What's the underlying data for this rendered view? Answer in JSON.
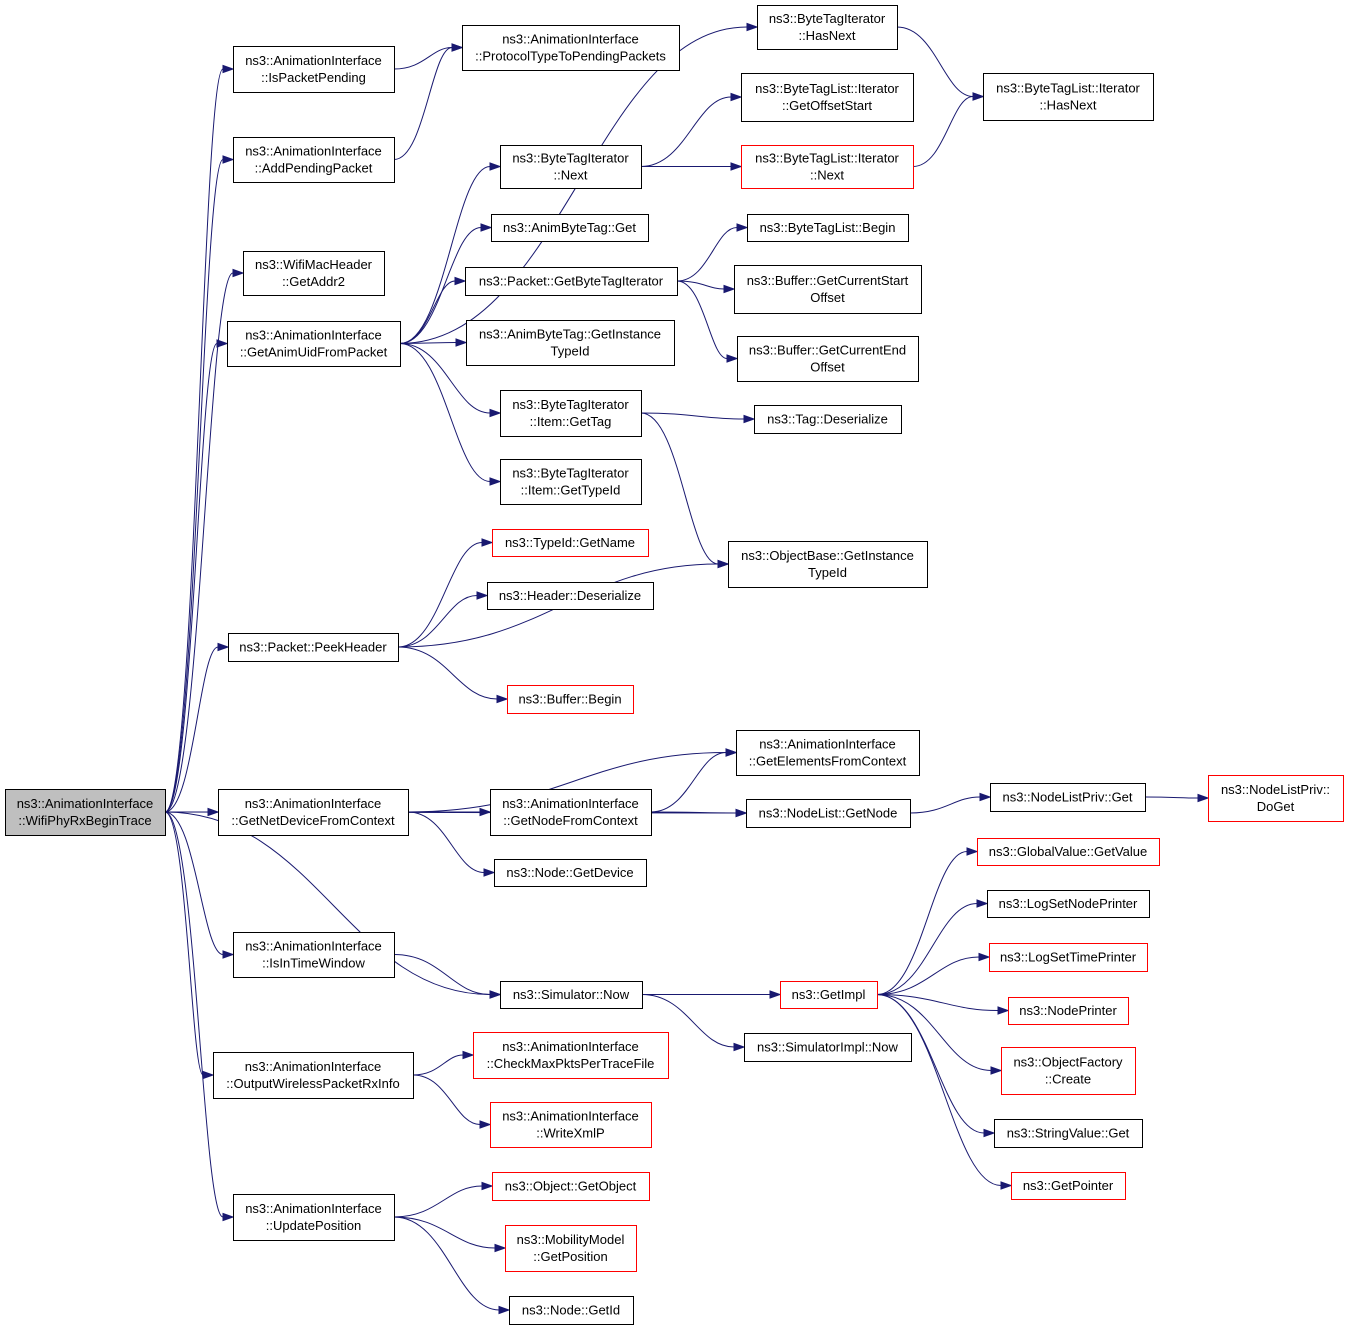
{
  "diagram": {
    "colors": {
      "edge": "#191970",
      "normal_border": "#000000",
      "truncated_border": "#ff0000",
      "root_fill": "#bfbfbf",
      "node_fill": "#ffffff"
    },
    "nodes": [
      {
        "id": "root",
        "lines": [
          "ns3::AnimationInterface",
          "::WifiPhyRxBeginTrace"
        ],
        "style": "root"
      },
      {
        "id": "isPacketPending",
        "lines": [
          "ns3::AnimationInterface",
          "::IsPacketPending"
        ],
        "style": "normal"
      },
      {
        "id": "protocolType",
        "lines": [
          "ns3::AnimationInterface",
          "::ProtocolTypeToPendingPackets"
        ],
        "style": "normal"
      },
      {
        "id": "addPending",
        "lines": [
          "ns3::AnimationInterface",
          "::AddPendingPacket"
        ],
        "style": "normal"
      },
      {
        "id": "getAddr2",
        "lines": [
          "ns3::WifiMacHeader",
          "::GetAddr2"
        ],
        "style": "normal"
      },
      {
        "id": "getAnimUid",
        "lines": [
          "ns3::AnimationInterface",
          "::GetAnimUidFromPacket"
        ],
        "style": "normal"
      },
      {
        "id": "btiHasNext",
        "lines": [
          "ns3::ByteTagIterator",
          "::HasNext"
        ],
        "style": "normal"
      },
      {
        "id": "btlIterHasNext",
        "lines": [
          "ns3::ByteTagList::Iterator",
          "::HasNext"
        ],
        "style": "normal"
      },
      {
        "id": "btlIterGetOffsetStart",
        "lines": [
          "ns3::ByteTagList::Iterator",
          "::GetOffsetStart"
        ],
        "style": "normal"
      },
      {
        "id": "btiNext",
        "lines": [
          "ns3::ByteTagIterator",
          "::Next"
        ],
        "style": "normal"
      },
      {
        "id": "btlIterNext",
        "lines": [
          "ns3::ByteTagList::Iterator",
          "::Next"
        ],
        "style": "truncated"
      },
      {
        "id": "animByteTagGet",
        "lines": [
          "ns3::AnimByteTag::Get"
        ],
        "style": "normal"
      },
      {
        "id": "btlBegin",
        "lines": [
          "ns3::ByteTagList::Begin"
        ],
        "style": "normal"
      },
      {
        "id": "getByteTagIterator",
        "lines": [
          "ns3::Packet::GetByteTagIterator"
        ],
        "style": "normal"
      },
      {
        "id": "bufGetCurStart",
        "lines": [
          "ns3::Buffer::GetCurrentStart",
          "Offset"
        ],
        "style": "normal"
      },
      {
        "id": "animByteTagGetInstance",
        "lines": [
          "ns3::AnimByteTag::GetInstance",
          "TypeId"
        ],
        "style": "normal"
      },
      {
        "id": "bufGetCurEnd",
        "lines": [
          "ns3::Buffer::GetCurrentEnd",
          "Offset"
        ],
        "style": "normal"
      },
      {
        "id": "itemGetTag",
        "lines": [
          "ns3::ByteTagIterator",
          "::Item::GetTag"
        ],
        "style": "normal"
      },
      {
        "id": "tagDeserialize",
        "lines": [
          "ns3::Tag::Deserialize"
        ],
        "style": "normal"
      },
      {
        "id": "itemGetTypeId",
        "lines": [
          "ns3::ByteTagIterator",
          "::Item::GetTypeId"
        ],
        "style": "normal"
      },
      {
        "id": "typeIdGetName",
        "lines": [
          "ns3::TypeId::GetName"
        ],
        "style": "truncated"
      },
      {
        "id": "objBaseGetInstance",
        "lines": [
          "ns3::ObjectBase::GetInstance",
          "TypeId"
        ],
        "style": "normal"
      },
      {
        "id": "headerDeserialize",
        "lines": [
          "ns3::Header::Deserialize"
        ],
        "style": "normal"
      },
      {
        "id": "peekHeader",
        "lines": [
          "ns3::Packet::PeekHeader"
        ],
        "style": "normal"
      },
      {
        "id": "bufferBegin",
        "lines": [
          "ns3::Buffer::Begin"
        ],
        "style": "truncated"
      },
      {
        "id": "getElements",
        "lines": [
          "ns3::AnimationInterface",
          "::GetElementsFromContext"
        ],
        "style": "normal"
      },
      {
        "id": "getNetDevice",
        "lines": [
          "ns3::AnimationInterface",
          "::GetNetDeviceFromContext"
        ],
        "style": "normal"
      },
      {
        "id": "getNodeFromContext",
        "lines": [
          "ns3::AnimationInterface",
          "::GetNodeFromContext"
        ],
        "style": "normal"
      },
      {
        "id": "nodeListGetNode",
        "lines": [
          "ns3::NodeList::GetNode"
        ],
        "style": "normal"
      },
      {
        "id": "nodeListPrivGet",
        "lines": [
          "ns3::NodeListPriv::Get"
        ],
        "style": "normal"
      },
      {
        "id": "nodeListPrivDoGet",
        "lines": [
          "ns3::NodeListPriv::",
          "DoGet"
        ],
        "style": "truncated"
      },
      {
        "id": "nodeGetDevice",
        "lines": [
          "ns3::Node::GetDevice"
        ],
        "style": "normal"
      },
      {
        "id": "globalValueGetValue",
        "lines": [
          "ns3::GlobalValue::GetValue"
        ],
        "style": "truncated"
      },
      {
        "id": "logSetNodePrinter",
        "lines": [
          "ns3::LogSetNodePrinter"
        ],
        "style": "normal"
      },
      {
        "id": "logSetTimePrinter",
        "lines": [
          "ns3::LogSetTimePrinter"
        ],
        "style": "truncated"
      },
      {
        "id": "isInTimeWindow",
        "lines": [
          "ns3::AnimationInterface",
          "::IsInTimeWindow"
        ],
        "style": "normal"
      },
      {
        "id": "simulatorNow",
        "lines": [
          "ns3::Simulator::Now"
        ],
        "style": "normal"
      },
      {
        "id": "getImpl",
        "lines": [
          "ns3::GetImpl"
        ],
        "style": "truncated"
      },
      {
        "id": "nodePrinter",
        "lines": [
          "ns3::NodePrinter"
        ],
        "style": "truncated"
      },
      {
        "id": "checkMaxPkts",
        "lines": [
          "ns3::AnimationInterface",
          "::CheckMaxPktsPerTraceFile"
        ],
        "style": "truncated"
      },
      {
        "id": "simImplNow",
        "lines": [
          "ns3::SimulatorImpl::Now"
        ],
        "style": "normal"
      },
      {
        "id": "objectFactoryCreate",
        "lines": [
          "ns3::ObjectFactory",
          "::Create"
        ],
        "style": "truncated"
      },
      {
        "id": "outputWireless",
        "lines": [
          "ns3::AnimationInterface",
          "::OutputWirelessPacketRxInfo"
        ],
        "style": "normal"
      },
      {
        "id": "writeXmlP",
        "lines": [
          "ns3::AnimationInterface",
          "::WriteXmlP"
        ],
        "style": "truncated"
      },
      {
        "id": "stringValueGet",
        "lines": [
          "ns3::StringValue::Get"
        ],
        "style": "normal"
      },
      {
        "id": "getPointer",
        "lines": [
          "ns3::GetPointer"
        ],
        "style": "truncated"
      },
      {
        "id": "objectGetObject",
        "lines": [
          "ns3::Object::GetObject"
        ],
        "style": "truncated"
      },
      {
        "id": "updatePosition",
        "lines": [
          "ns3::AnimationInterface",
          "::UpdatePosition"
        ],
        "style": "normal"
      },
      {
        "id": "mobilityGetPosition",
        "lines": [
          "ns3::MobilityModel",
          "::GetPosition"
        ],
        "style": "truncated"
      },
      {
        "id": "nodeGetId",
        "lines": [
          "ns3::Node::GetId"
        ],
        "style": "normal"
      }
    ],
    "edges": [
      [
        "root",
        "isPacketPending"
      ],
      [
        "root",
        "addPending"
      ],
      [
        "root",
        "getAddr2"
      ],
      [
        "root",
        "getAnimUid"
      ],
      [
        "root",
        "peekHeader"
      ],
      [
        "root",
        "getNetDevice"
      ],
      [
        "root",
        "nodeListGetNode"
      ],
      [
        "root",
        "isInTimeWindow"
      ],
      [
        "root",
        "simulatorNow"
      ],
      [
        "root",
        "outputWireless"
      ],
      [
        "root",
        "updatePosition"
      ],
      [
        "isPacketPending",
        "protocolType"
      ],
      [
        "addPending",
        "protocolType"
      ],
      [
        "getAnimUid",
        "btiHasNext"
      ],
      [
        "getAnimUid",
        "btiNext"
      ],
      [
        "getAnimUid",
        "animByteTagGet"
      ],
      [
        "getAnimUid",
        "getByteTagIterator"
      ],
      [
        "getAnimUid",
        "animByteTagGetInstance"
      ],
      [
        "getAnimUid",
        "itemGetTag"
      ],
      [
        "getAnimUid",
        "itemGetTypeId"
      ],
      [
        "btiHasNext",
        "btlIterHasNext"
      ],
      [
        "btiNext",
        "btlIterGetOffsetStart"
      ],
      [
        "btiNext",
        "btlIterNext"
      ],
      [
        "btlIterNext",
        "btlIterHasNext"
      ],
      [
        "getByteTagIterator",
        "btlBegin"
      ],
      [
        "getByteTagIterator",
        "bufGetCurStart"
      ],
      [
        "getByteTagIterator",
        "bufGetCurEnd"
      ],
      [
        "itemGetTag",
        "tagDeserialize"
      ],
      [
        "itemGetTag",
        "objBaseGetInstance"
      ],
      [
        "peekHeader",
        "typeIdGetName"
      ],
      [
        "peekHeader",
        "headerDeserialize"
      ],
      [
        "peekHeader",
        "objBaseGetInstance"
      ],
      [
        "peekHeader",
        "bufferBegin"
      ],
      [
        "getNetDevice",
        "getElements"
      ],
      [
        "getNetDevice",
        "getNodeFromContext"
      ],
      [
        "getNetDevice",
        "nodeGetDevice"
      ],
      [
        "getNodeFromContext",
        "getElements"
      ],
      [
        "getNodeFromContext",
        "nodeListGetNode"
      ],
      [
        "nodeListGetNode",
        "nodeListPrivGet"
      ],
      [
        "nodeListPrivGet",
        "nodeListPrivDoGet"
      ],
      [
        "isInTimeWindow",
        "simulatorNow"
      ],
      [
        "simulatorNow",
        "getImpl"
      ],
      [
        "simulatorNow",
        "simImplNow"
      ],
      [
        "getImpl",
        "globalValueGetValue"
      ],
      [
        "getImpl",
        "logSetNodePrinter"
      ],
      [
        "getImpl",
        "logSetTimePrinter"
      ],
      [
        "getImpl",
        "nodePrinter"
      ],
      [
        "getImpl",
        "objectFactoryCreate"
      ],
      [
        "getImpl",
        "stringValueGet"
      ],
      [
        "getImpl",
        "getPointer"
      ],
      [
        "outputWireless",
        "checkMaxPkts"
      ],
      [
        "outputWireless",
        "writeXmlP"
      ],
      [
        "updatePosition",
        "objectGetObject"
      ],
      [
        "updatePosition",
        "mobilityGetPosition"
      ],
      [
        "updatePosition",
        "nodeGetId"
      ]
    ]
  }
}
